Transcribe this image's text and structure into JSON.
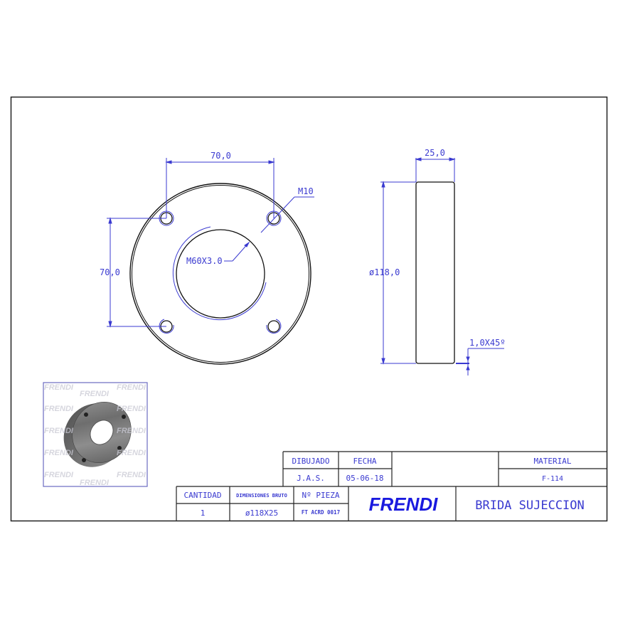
{
  "drawing": {
    "front_view": {
      "dim_horizontal": "70,0",
      "dim_vertical": "70,0",
      "hole_label": "M10",
      "bore_label": "M60X3.0"
    },
    "side_view": {
      "dim_width": "25,0",
      "dim_diameter": "ø118,0",
      "chamfer_label": "1,0X45º"
    },
    "photo": {
      "watermark": "FRENDI"
    }
  },
  "title_block": {
    "dibujado_label": "DIBUJADO",
    "dibujado_value": "J.A.S.",
    "fecha_label": "FECHA",
    "fecha_value": "05-06-18",
    "material_label": "MATERIAL",
    "material_value": "F-114",
    "cantidad_label": "CANTIDAD",
    "cantidad_value": "1",
    "dimensiones_label": "DIMENSIONES BRUTO",
    "dimensiones_value": "ø118X25",
    "pieza_label": "Nº PIEZA",
    "pieza_value": "FT ACRD 0017",
    "brand": "FRENDI",
    "part_name": "BRIDA SUJECCION"
  },
  "colors": {
    "line": "#000000",
    "dimension": "#3a3ad0",
    "brand": "#1a1adf"
  }
}
